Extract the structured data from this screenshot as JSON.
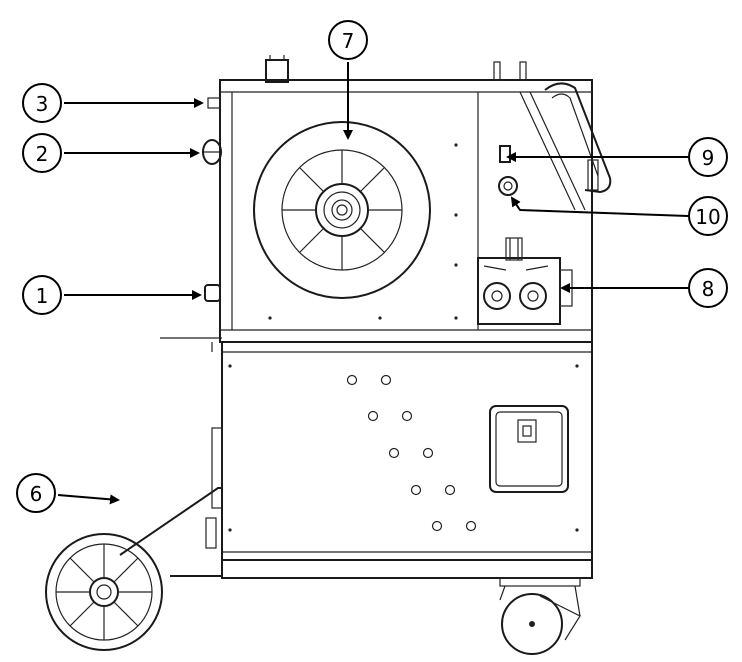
{
  "callouts": {
    "c1": "1",
    "c2": "2",
    "c3": "3",
    "c6": "6",
    "c7": "7",
    "c8": "8",
    "c9": "9",
    "c10": "10"
  },
  "colors": {
    "line": "#1a1a1a",
    "background": "#ffffff"
  }
}
